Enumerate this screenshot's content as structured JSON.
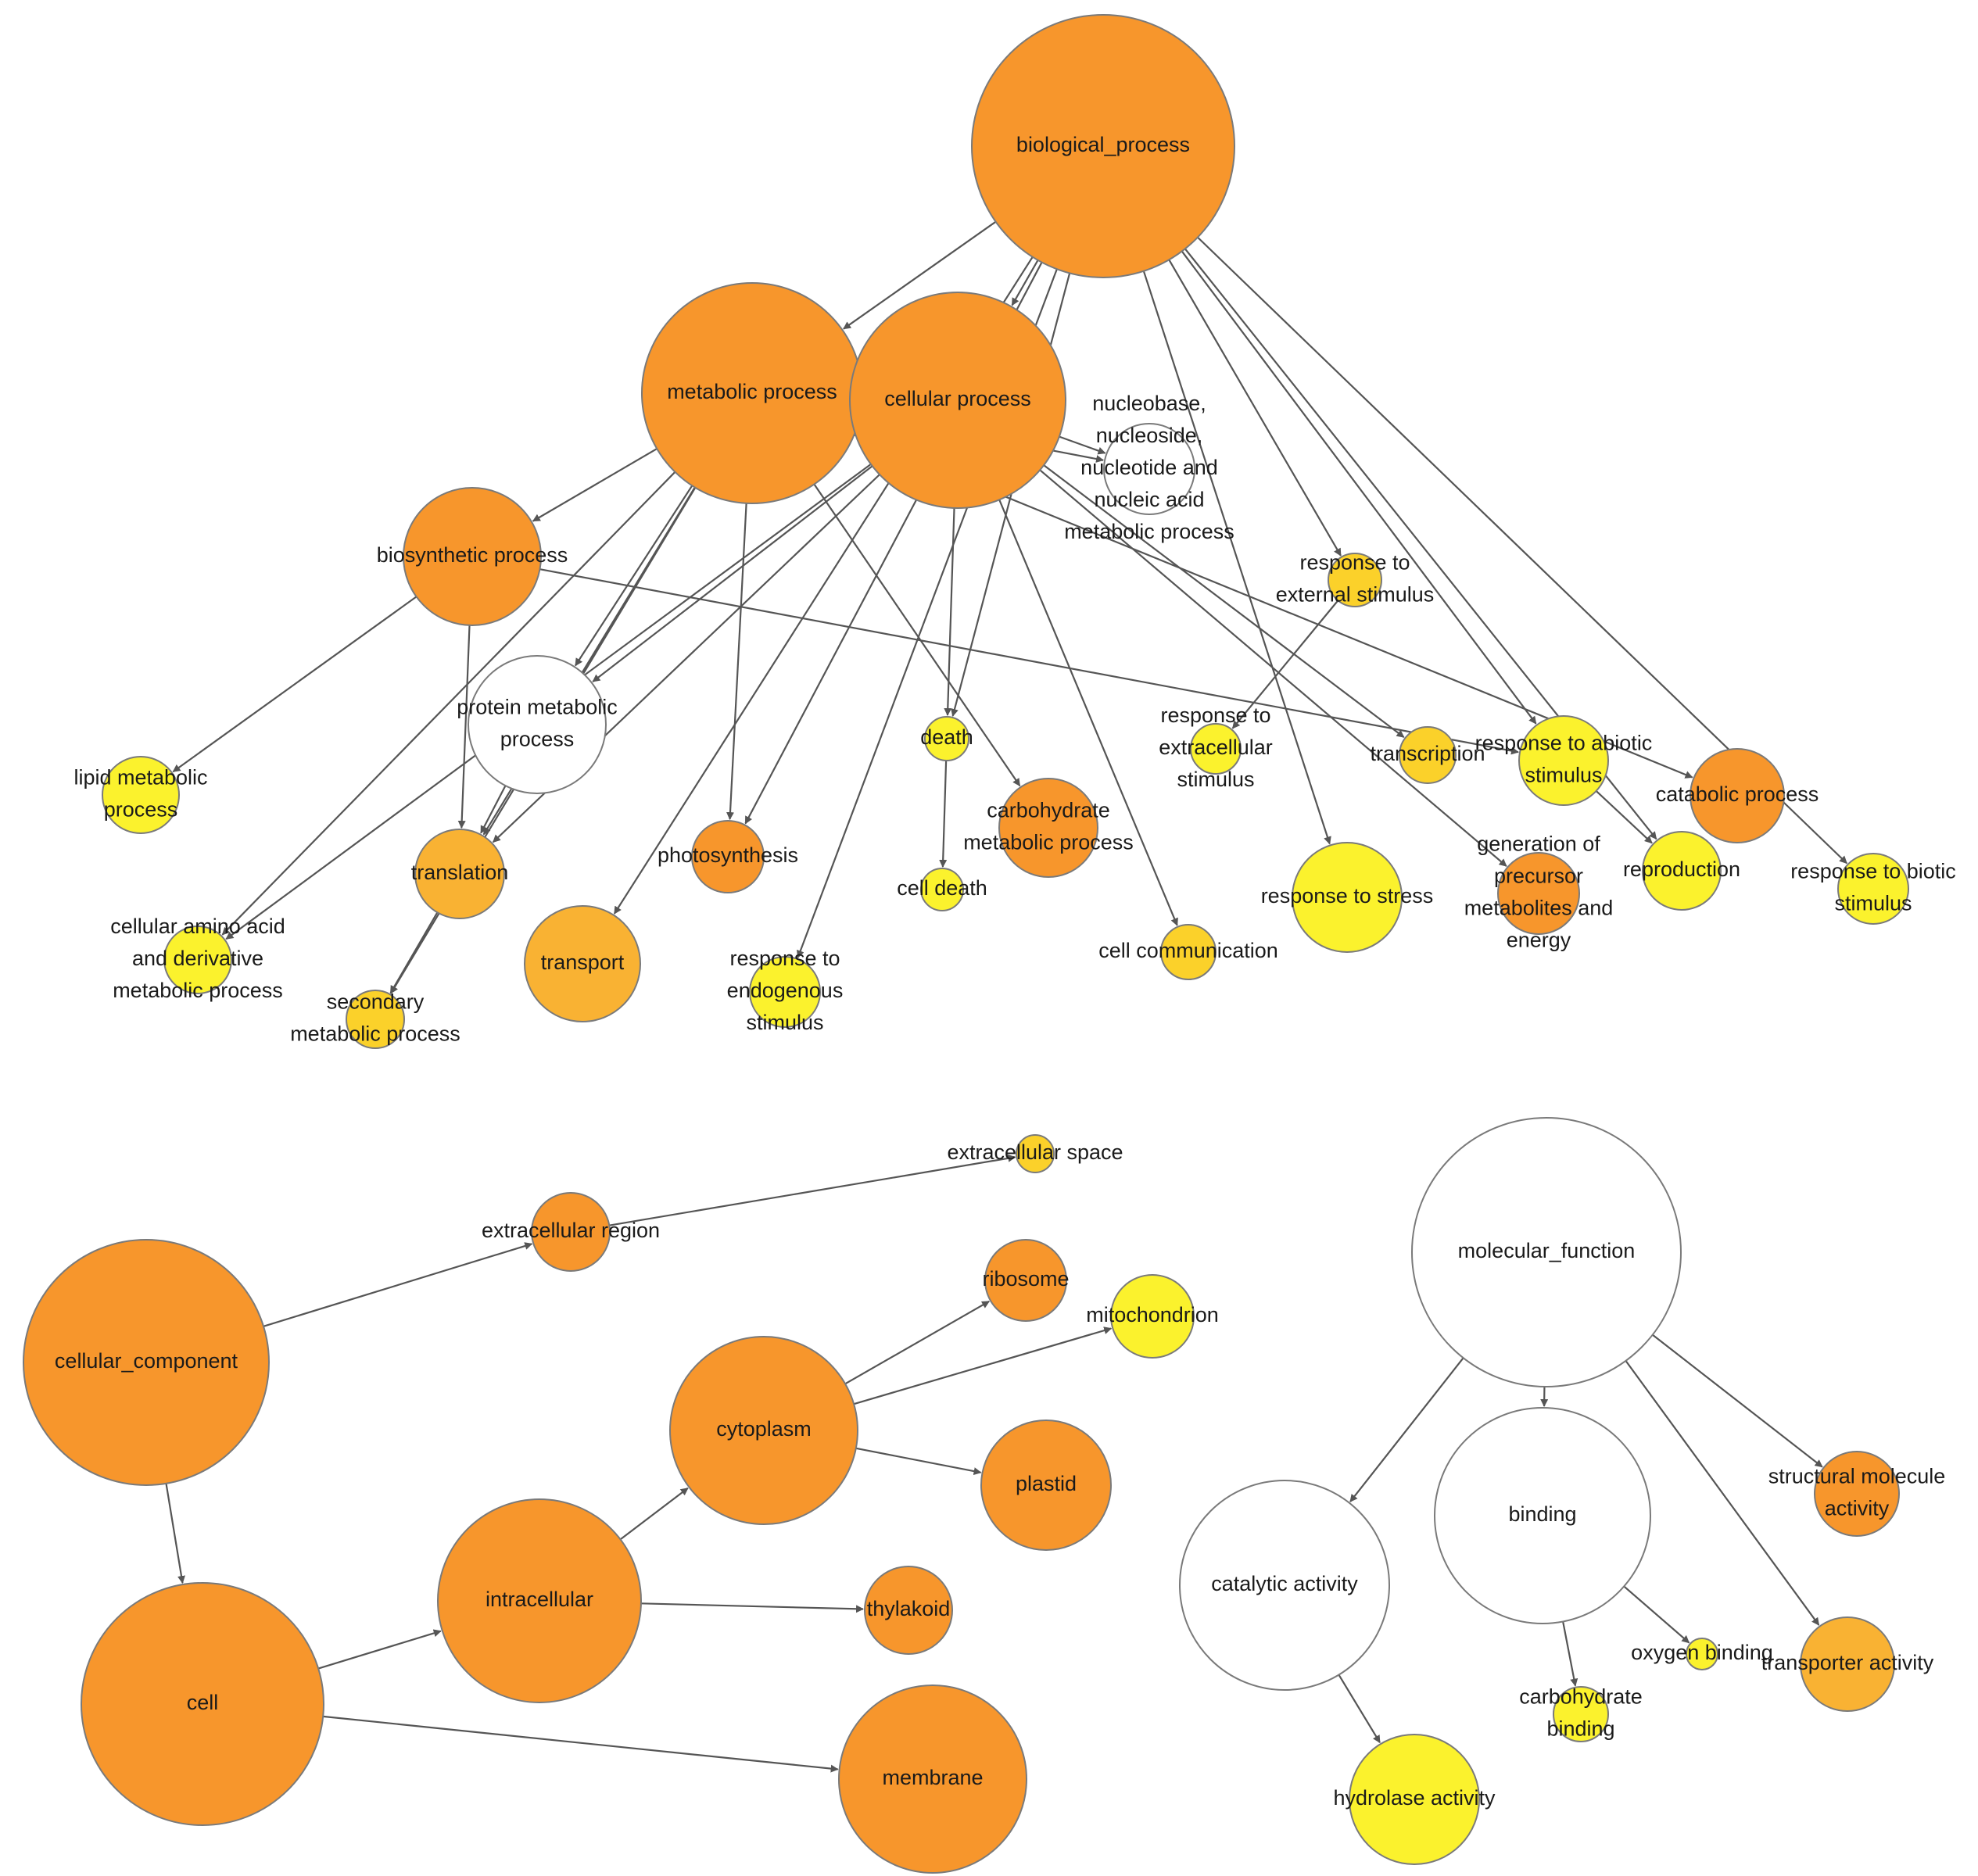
{
  "colors": {
    "orange": "#f7962c",
    "light_orange": "#f9b233",
    "gold": "#fbd12a",
    "yellow": "#fbf22d",
    "white": "#ffffff",
    "edge": "#555555"
  },
  "nodes": [
    {
      "id": "biological_process",
      "lines": [
        "biological_process"
      ],
      "color": "orange"
    },
    {
      "id": "metabolic_process",
      "lines": [
        "metabolic process"
      ],
      "color": "orange"
    },
    {
      "id": "cellular_process",
      "lines": [
        "cellular process"
      ],
      "color": "orange"
    },
    {
      "id": "nucleobase",
      "lines": [
        "nucleobase,",
        "nucleoside,",
        "nucleotide and",
        "nucleic acid",
        "metabolic process"
      ],
      "color": "white"
    },
    {
      "id": "biosynthetic",
      "lines": [
        "biosynthetic process"
      ],
      "color": "orange"
    },
    {
      "id": "response_external",
      "lines": [
        "response to",
        "external stimulus"
      ],
      "color": "gold"
    },
    {
      "id": "protein_metabolic",
      "lines": [
        "protein metabolic",
        "process"
      ],
      "color": "white"
    },
    {
      "id": "lipid_metabolic",
      "lines": [
        "lipid metabolic",
        "process"
      ],
      "color": "yellow"
    },
    {
      "id": "death",
      "lines": [
        "death"
      ],
      "color": "yellow"
    },
    {
      "id": "response_extracellular",
      "lines": [
        "response to",
        "extracellular",
        "stimulus"
      ],
      "color": "yellow"
    },
    {
      "id": "transcription",
      "lines": [
        "transcription"
      ],
      "color": "gold"
    },
    {
      "id": "response_abiotic",
      "lines": [
        "response to abiotic",
        "stimulus"
      ],
      "color": "yellow"
    },
    {
      "id": "catabolic",
      "lines": [
        "catabolic process"
      ],
      "color": "orange"
    },
    {
      "id": "carbohydrate_metabolic",
      "lines": [
        "carbohydrate",
        "metabolic process"
      ],
      "color": "orange"
    },
    {
      "id": "translation",
      "lines": [
        "translation"
      ],
      "color": "light_orange"
    },
    {
      "id": "photosynthesis",
      "lines": [
        "photosynthesis"
      ],
      "color": "orange"
    },
    {
      "id": "cell_death",
      "lines": [
        "cell death"
      ],
      "color": "yellow"
    },
    {
      "id": "generation_precursor",
      "lines": [
        "generation of",
        "precursor",
        "metabolites and",
        "energy"
      ],
      "color": "orange"
    },
    {
      "id": "reproduction",
      "lines": [
        "reproduction"
      ],
      "color": "yellow"
    },
    {
      "id": "response_biotic",
      "lines": [
        "response to biotic",
        "stimulus"
      ],
      "color": "yellow"
    },
    {
      "id": "response_stress",
      "lines": [
        "response to stress"
      ],
      "color": "yellow"
    },
    {
      "id": "cellular_amino",
      "lines": [
        "cellular amino acid",
        "and derivative",
        "metabolic process"
      ],
      "color": "yellow"
    },
    {
      "id": "transport",
      "lines": [
        "transport"
      ],
      "color": "light_orange"
    },
    {
      "id": "response_endogenous",
      "lines": [
        "response to",
        "endogenous",
        "stimulus"
      ],
      "color": "yellow"
    },
    {
      "id": "cell_communication",
      "lines": [
        "cell communication"
      ],
      "color": "gold"
    },
    {
      "id": "secondary_metabolic",
      "lines": [
        "secondary",
        "metabolic process"
      ],
      "color": "gold"
    },
    {
      "id": "extracellular_space",
      "lines": [
        "extracellular space"
      ],
      "color": "gold"
    },
    {
      "id": "extracellular_region",
      "lines": [
        "extracellular region"
      ],
      "color": "orange"
    },
    {
      "id": "cellular_component",
      "lines": [
        "cellular_component"
      ],
      "color": "orange"
    },
    {
      "id": "ribosome",
      "lines": [
        "ribosome"
      ],
      "color": "orange"
    },
    {
      "id": "mitochondrion",
      "lines": [
        "mitochondrion"
      ],
      "color": "yellow"
    },
    {
      "id": "cytoplasm",
      "lines": [
        "cytoplasm"
      ],
      "color": "orange"
    },
    {
      "id": "plastid",
      "lines": [
        "plastid"
      ],
      "color": "orange"
    },
    {
      "id": "cell",
      "lines": [
        "cell"
      ],
      "color": "orange"
    },
    {
      "id": "intracellular",
      "lines": [
        "intracellular"
      ],
      "color": "orange"
    },
    {
      "id": "thylakoid",
      "lines": [
        "thylakoid"
      ],
      "color": "orange"
    },
    {
      "id": "membrane",
      "lines": [
        "membrane"
      ],
      "color": "orange"
    },
    {
      "id": "molecular_function",
      "lines": [
        "molecular_function"
      ],
      "color": "white"
    },
    {
      "id": "binding",
      "lines": [
        "binding"
      ],
      "color": "white"
    },
    {
      "id": "structural_molecule",
      "lines": [
        "structural molecule",
        "activity"
      ],
      "color": "orange"
    },
    {
      "id": "catalytic_activity",
      "lines": [
        "catalytic activity"
      ],
      "color": "white"
    },
    {
      "id": "oxygen_binding",
      "lines": [
        "oxygen binding"
      ],
      "color": "yellow"
    },
    {
      "id": "transporter_activity",
      "lines": [
        "transporter activity"
      ],
      "color": "light_orange"
    },
    {
      "id": "carbohydrate_binding",
      "lines": [
        "carbohydrate",
        "binding"
      ],
      "color": "yellow"
    },
    {
      "id": "hydrolase_activity",
      "lines": [
        "hydrolase activity"
      ],
      "color": "yellow"
    }
  ],
  "edges": [
    [
      "biological_process",
      "metabolic_process"
    ],
    [
      "biological_process",
      "cellular_process"
    ],
    [
      "biological_process",
      "death"
    ],
    [
      "biological_process",
      "photosynthesis"
    ],
    [
      "biological_process",
      "response_external"
    ],
    [
      "biological_process",
      "response_abiotic"
    ],
    [
      "biological_process",
      "response_biotic"
    ],
    [
      "biological_process",
      "response_stress"
    ],
    [
      "biological_process",
      "reproduction"
    ],
    [
      "biological_process",
      "transport"
    ],
    [
      "biological_process",
      "response_endogenous"
    ],
    [
      "metabolic_process",
      "biosynthetic"
    ],
    [
      "metabolic_process",
      "nucleobase"
    ],
    [
      "metabolic_process",
      "protein_metabolic"
    ],
    [
      "metabolic_process",
      "photosynthesis"
    ],
    [
      "metabolic_process",
      "carbohydrate_metabolic"
    ],
    [
      "metabolic_process",
      "cellular_amino"
    ],
    [
      "metabolic_process",
      "catabolic"
    ],
    [
      "metabolic_process",
      "secondary_metabolic"
    ],
    [
      "metabolic_process",
      "translation"
    ],
    [
      "cellular_process",
      "nucleobase"
    ],
    [
      "cellular_process",
      "protein_metabolic"
    ],
    [
      "cellular_process",
      "death"
    ],
    [
      "cellular_process",
      "cell_communication"
    ],
    [
      "cellular_process",
      "generation_precursor"
    ],
    [
      "cellular_process",
      "transcription"
    ],
    [
      "cellular_process",
      "translation"
    ],
    [
      "cellular_process",
      "cellular_amino"
    ],
    [
      "biosynthetic",
      "lipid_metabolic"
    ],
    [
      "biosynthetic",
      "translation"
    ],
    [
      "biosynthetic",
      "response_abiotic"
    ],
    [
      "protein_metabolic",
      "translation"
    ],
    [
      "translation",
      "secondary_metabolic"
    ],
    [
      "death",
      "cell_death"
    ],
    [
      "response_external",
      "response_extracellular"
    ],
    [
      "response_abiotic",
      "reproduction"
    ],
    [
      "cellular_component",
      "extracellular_region"
    ],
    [
      "extracellular_region",
      "extracellular_space"
    ],
    [
      "cellular_component",
      "cell"
    ],
    [
      "cell",
      "intracellular"
    ],
    [
      "cell",
      "membrane"
    ],
    [
      "intracellular",
      "cytoplasm"
    ],
    [
      "intracellular",
      "thylakoid"
    ],
    [
      "cytoplasm",
      "ribosome"
    ],
    [
      "cytoplasm",
      "mitochondrion"
    ],
    [
      "cytoplasm",
      "plastid"
    ],
    [
      "molecular_function",
      "catalytic_activity"
    ],
    [
      "molecular_function",
      "binding"
    ],
    [
      "molecular_function",
      "structural_molecule"
    ],
    [
      "molecular_function",
      "transporter_activity"
    ],
    [
      "catalytic_activity",
      "hydrolase_activity"
    ],
    [
      "binding",
      "oxygen_binding"
    ],
    [
      "binding",
      "carbohydrate_binding"
    ]
  ]
}
